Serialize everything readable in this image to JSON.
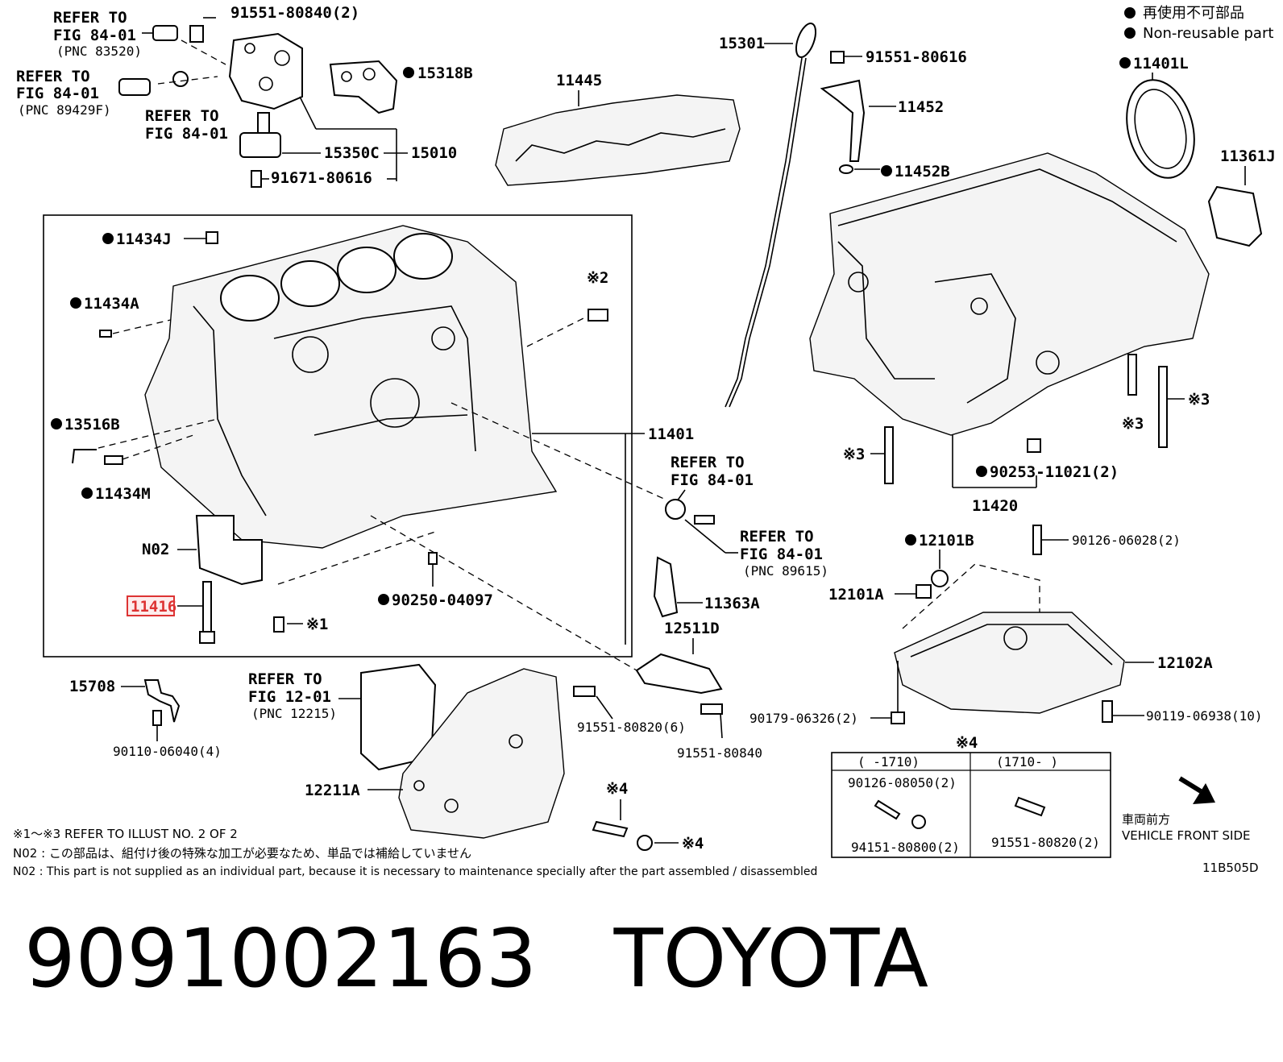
{
  "legend": {
    "jp": "再使用不可部品",
    "en": "Non-reusable part",
    "dot_color": "#000000"
  },
  "highlight_color": "#d33333",
  "labels": {
    "refer1": [
      "REFER TO",
      "FIG 84-01",
      "(PNC 83520)"
    ],
    "refer2": [
      "REFER TO",
      "FIG 84-01",
      "(PNC 89429F)"
    ],
    "refer3": [
      "REFER TO",
      "FIG 84-01"
    ],
    "refer4": [
      "REFER TO",
      "FIG 84-01"
    ],
    "refer5": [
      "REFER TO",
      "FIG 84-01",
      "(PNC 89615)"
    ],
    "refer6": [
      "REFER TO",
      "FIG 12-01",
      "(PNC 12215)"
    ],
    "p91551_80840_2": "91551-80840(2)",
    "p15318B": "15318B",
    "p15350C": "15350C",
    "p15010": "15010",
    "p91671_80616": "91671-80616",
    "p11445": "11445",
    "p15301": "15301",
    "p91551_80616": "91551-80616",
    "p11452": "11452",
    "p11452B": "11452B",
    "p11401L": "11401L",
    "p11361J": "11361J",
    "p11434J": "11434J",
    "p11434A": "11434A",
    "x2": "※2",
    "p13516B": "13516B",
    "p11434M": "11434M",
    "p11401": "11401",
    "pN02": "N02",
    "p11416": "11416",
    "p90250_04097": "90250-04097",
    "x1": "※1",
    "p11363A": "11363A",
    "p12511D": "12511D",
    "x3a": "※3",
    "x3b": "※3",
    "x3c": "※3",
    "p90253_11021": "90253-11021(2)",
    "p11420": "11420",
    "p12101B": "12101B",
    "p90126_06028": "90126-06028(2)",
    "p12101A": "12101A",
    "p12102A": "12102A",
    "p15708": "15708",
    "p90110_06040": "90110-06040(4)",
    "p91551_80820_6": "91551-80820(6)",
    "p91551_80840": "91551-80840",
    "p90179_06326": "90179-06326(2)",
    "p90119_06938": "90119-06938(10)",
    "p12211A": "12211A",
    "x4a": "※4",
    "x4b": "※4",
    "x4c": "※4",
    "table_col1": "(     -1710)",
    "table_col2": "(1710-      )",
    "p90126_08050": "90126-08050(2)",
    "p94151_80800": "94151-80800(2)",
    "p91551_80820_2": "91551-80820(2)",
    "front_jp": "車両前方",
    "front_en": "VEHICLE FRONT SIDE",
    "code": "11B505D"
  },
  "notes": [
    "※1～※3 REFER TO ILLUST NO. 2 OF 2",
    "N02 : この部品は、組付け後の特殊な加工が必要なため、単品では補給していません",
    "N02 : This part is not supplied as an individual part, because it is necessary to maintenance specially after the part assembled / disassembled"
  ],
  "title": "9091002163   TOYOTA"
}
